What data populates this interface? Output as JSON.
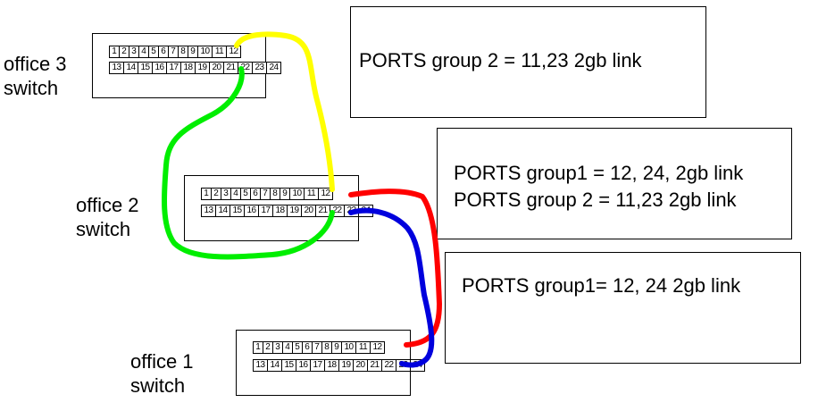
{
  "switches": {
    "office3": {
      "label": "office 3\nswitch"
    },
    "office2": {
      "label": "office 2\nswitch"
    },
    "office1": {
      "label": "office 1\nswitch"
    }
  },
  "ports": {
    "top": [
      "1",
      "2",
      "3",
      "4",
      "5",
      "6",
      "7",
      "8",
      "9",
      "10",
      "11",
      "12"
    ],
    "bottom": [
      "13",
      "14",
      "15",
      "16",
      "17",
      "18",
      "19",
      "20",
      "21",
      "22",
      "23",
      "24"
    ]
  },
  "boxes": {
    "box1": {
      "line1": "PORTS group 2 = 11,23  2gb link"
    },
    "box2": {
      "line1": "PORTS group1 = 12, 24, 2gb link",
      "line2": "PORTS group 2 = 11,23  2gb link"
    },
    "box3": {
      "line1": "PORTS group1= 12, 24  2gb link"
    }
  },
  "cables": [
    {
      "name": "yellow-cable",
      "color": "#ffff00"
    },
    {
      "name": "green-cable",
      "color": "#00ee00"
    },
    {
      "name": "red-cable",
      "color": "#ff0000"
    },
    {
      "name": "blue-cable",
      "color": "#0000dd"
    }
  ]
}
